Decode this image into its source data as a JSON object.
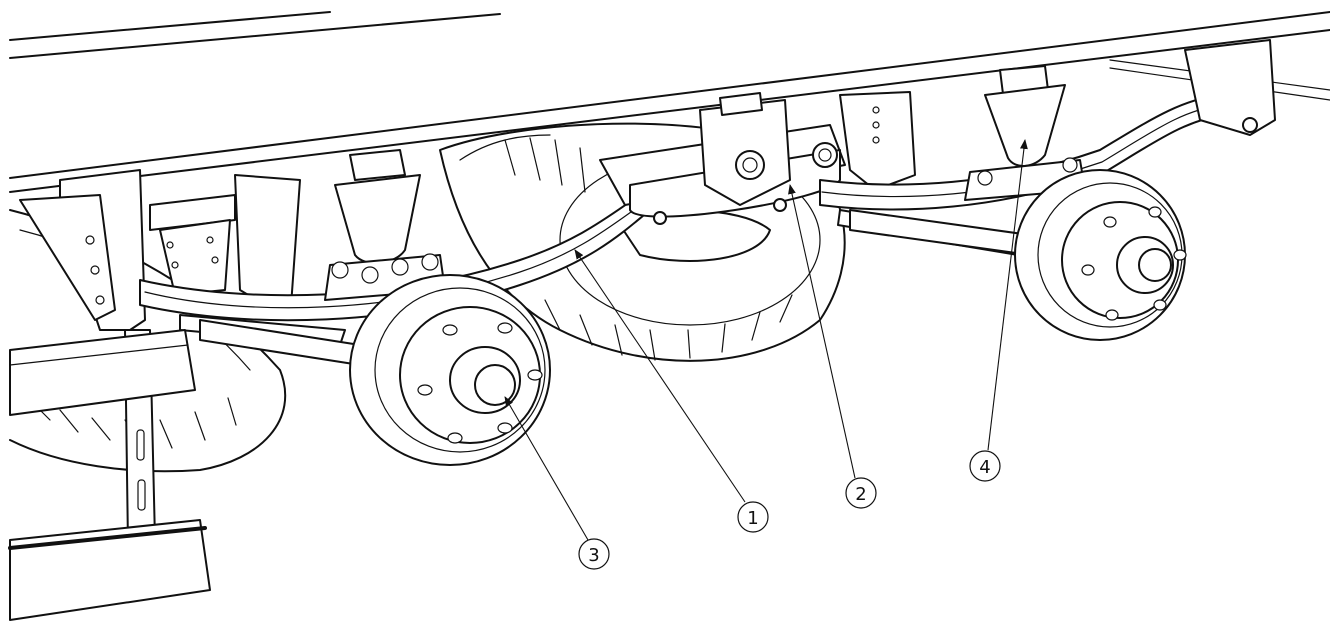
{
  "callouts": [
    {
      "number": "1",
      "part": "leaf-spring"
    },
    {
      "number": "2",
      "part": "spring-hanger-shackle"
    },
    {
      "number": "3",
      "part": "brake-drum-hub"
    },
    {
      "number": "4",
      "part": "bump-stop"
    }
  ]
}
